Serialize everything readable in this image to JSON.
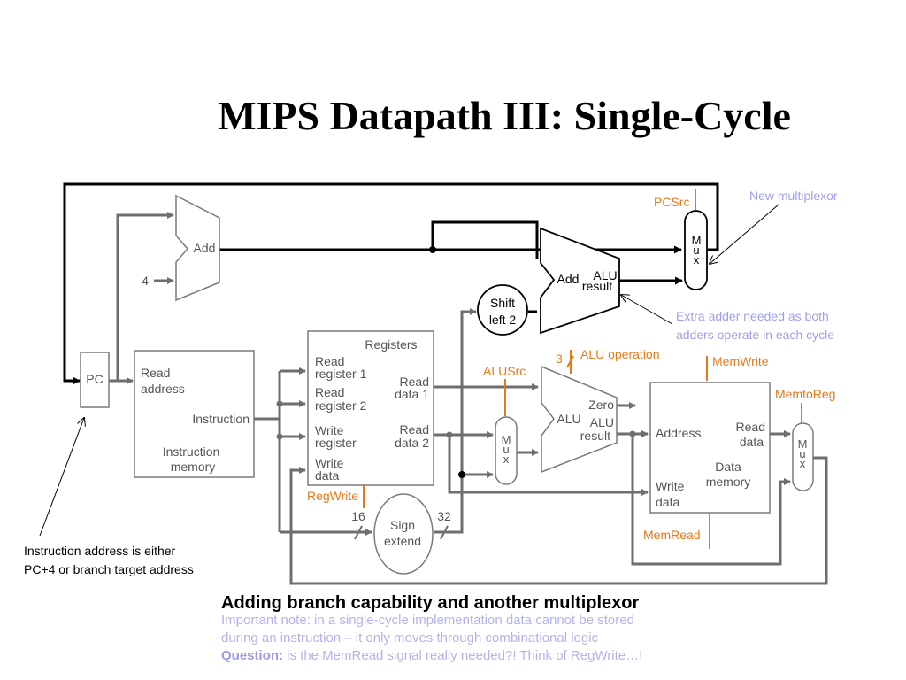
{
  "title": "MIPS Datapath III: Single-Cycle",
  "colors": {
    "wire": "#6e6e6e",
    "bus": "#000000",
    "control": "#e47a1a",
    "annotation": "#a0a0e8",
    "outline": "#7a7a7a"
  },
  "blocks": {
    "pc": "PC",
    "add_top": "Add",
    "const_four": "4",
    "branch_add": "Add",
    "branch_alu_result_1": "ALU",
    "branch_alu_result_2": "result",
    "shift_left_1": "Shift",
    "shift_left_2": "left 2",
    "imem_read_addr_1": "Read",
    "imem_read_addr_2": "address",
    "imem_instruction": "Instruction",
    "imem_name_1": "Instruction",
    "imem_name_2": "memory",
    "regs_title": "Registers",
    "regs_rr1_1": "Read",
    "regs_rr1_2": "register 1",
    "regs_rr2_1": "Read",
    "regs_rr2_2": "register 2",
    "regs_wr_1": "Write",
    "regs_wr_2": "register",
    "regs_wd_1": "Write",
    "regs_wd_2": "data",
    "regs_rd1_1": "Read",
    "regs_rd1_2": "data 1",
    "regs_rd2_1": "Read",
    "regs_rd2_2": "data 2",
    "sign_extend_1": "Sign",
    "sign_extend_2": "extend",
    "bits_16": "16",
    "bits_32": "32",
    "alu": "ALU",
    "alu_zero": "Zero",
    "alu_result_1": "ALU",
    "alu_result_2": "result",
    "alu_op_bits": "3",
    "mux_letters": [
      "M",
      "u",
      "x"
    ],
    "dmem_address": "Address",
    "dmem_read_data_1": "Read",
    "dmem_read_data_2": "data",
    "dmem_name_1": "Data",
    "dmem_name_2": "memory",
    "dmem_write_data_1": "Write",
    "dmem_write_data_2": "data"
  },
  "controls": {
    "pcsrc": "PCSrc",
    "alu_operation": "ALU operation",
    "alusrc": "ALUSrc",
    "regwrite": "RegWrite",
    "memwrite": "MemWrite",
    "memtoreg": "MemtoReg",
    "memread": "MemRead"
  },
  "annotations": {
    "new_mux": "New multiplexor",
    "extra_adder_1": "Extra adder needed as both",
    "extra_adder_2": "adders operate in each cycle",
    "instr_addr_1": "Instruction address is either",
    "instr_addr_2": "PC+4 or branch target address"
  },
  "caption": "Adding branch capability and another multiplexor",
  "notes": {
    "line1": "Important note: in a single-cycle implementation data cannot be stored",
    "line2": "during an instruction – it only moves through combinational logic",
    "question_label": "Question:",
    "question_text": " is the MemRead signal really needed?! Think of RegWrite…!"
  }
}
